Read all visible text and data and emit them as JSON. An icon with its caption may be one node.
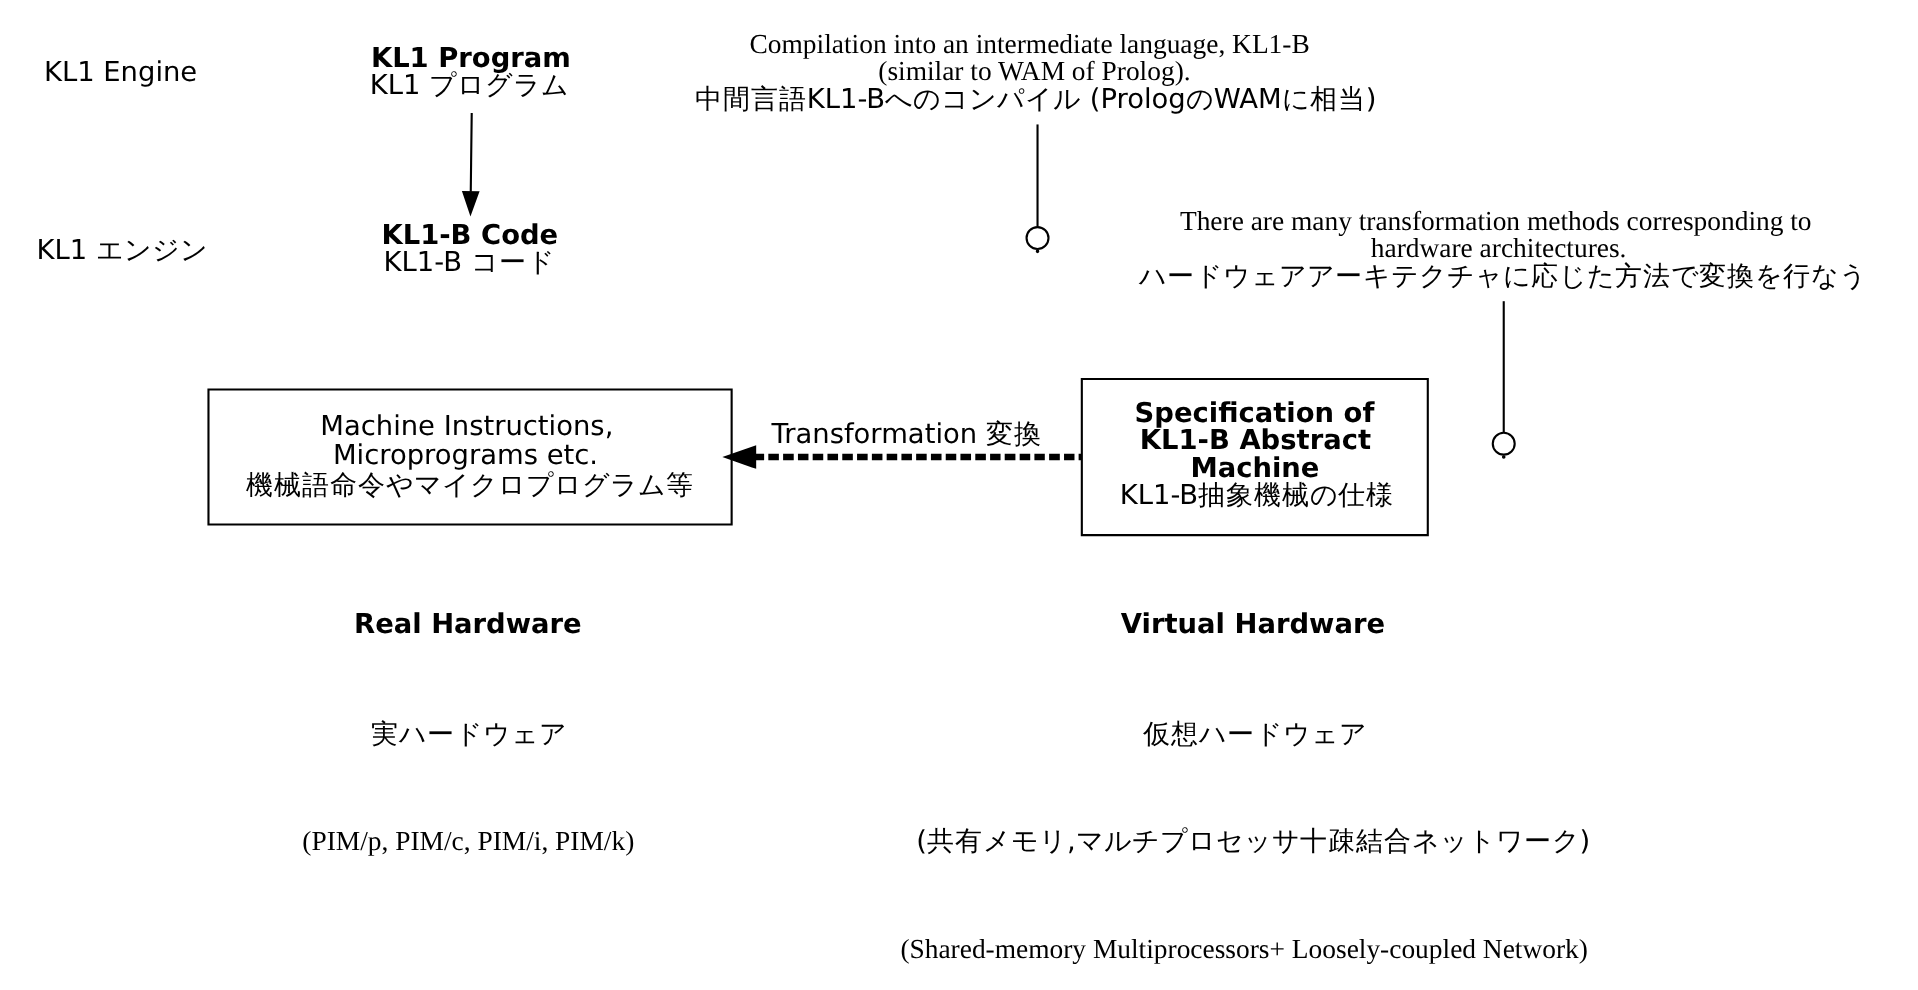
{
  "diagram": {
    "nodes": [
      {
        "text": [
          "KL1 Program",
          "KL1 プログラム"
        ]
      },
      {
        "text": [
          "KL1-B Code",
          "KL1-B コード"
        ]
      },
      {
        "text": [
          "Machine Instructions, Microprograms etc.",
          "機械語命令やマイクロプログラム等"
        ]
      },
      {
        "text": [
          "Specification of KL1-B Abstract Machine",
          "KL1-B抽象機械の仕様"
        ]
      },
      {
        "text": [
          "Compilation into an intermediate language, KL1-B (similar to WAM of Prolog).",
          "中間言語KL1-Bへのコンパイル (PrologのWAMに相当)"
        ]
      },
      {
        "text": [
          "There are many transformation methods corresponding to hardware architectures.",
          "ハードウェアアーキテクチャに応じた方法で変換を行なう"
        ]
      }
    ],
    "edges": [
      {
        "from": 0,
        "to": 1,
        "arrow": "to"
      },
      {
        "from": 3,
        "to": 2,
        "arrow": "to",
        "label": "Transformation 変換",
        "style": "dashed"
      },
      {
        "from": 4,
        "to": null,
        "arrow": "other"
      },
      {
        "from": 5,
        "to": null,
        "arrow": "other"
      }
    ],
    "labels": [
      "KL1 Engine",
      "KL1 エンジン",
      "Real Hardware",
      "実ハードウェア",
      "(PIM/p, PIM/c, PIM/i, PIM/k)",
      "Virtual Hardware",
      "仮想ハードウェア",
      "(共有メモリ,マルチプロセッサ十疎結合ネットワーク)",
      "(Shared-memory Multiprocessors+ Loosely-coupled Network)"
    ]
  }
}
